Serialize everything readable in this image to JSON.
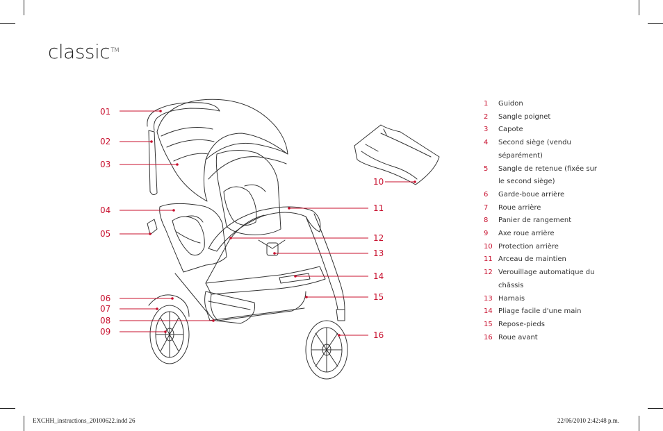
{
  "title": {
    "text": "classic",
    "mark": "TM"
  },
  "callouts_left": [
    "01",
    "02",
    "03",
    "04",
    "05",
    "06",
    "07",
    "08",
    "09"
  ],
  "callouts_right": [
    "10",
    "11",
    "12",
    "13",
    "14",
    "15",
    "16"
  ],
  "legend": [
    {
      "num": "1",
      "label": "Guidon"
    },
    {
      "num": "2",
      "label": "Sangle poignet"
    },
    {
      "num": "3",
      "label": "Capote"
    },
    {
      "num": "4",
      "label": "Second siège (vendu séparément)"
    },
    {
      "num": "5",
      "label": "Sangle de retenue (fixée sur le second siège)"
    },
    {
      "num": "6",
      "label": "Garde-boue arrière"
    },
    {
      "num": "7",
      "label": "Roue arrière"
    },
    {
      "num": "8",
      "label": "Panier de rangement"
    },
    {
      "num": "9",
      "label": "Axe roue arrière"
    },
    {
      "num": "10",
      "label": "Protection arrière"
    },
    {
      "num": "11",
      "label": "Arceau de maintien"
    },
    {
      "num": "12",
      "label": "Verouillage automatique du châssis"
    },
    {
      "num": "13",
      "label": "Harnais"
    },
    {
      "num": "14",
      "label": "Pliage facile d'une main"
    },
    {
      "num": "15",
      "label": "Repose-pieds"
    },
    {
      "num": "16",
      "label": "Roue avant"
    }
  ],
  "footer": {
    "file": "EXCHH_instructions_20100622.indd   26",
    "date": "22/06/2010   2:42:48 p.m."
  },
  "colors": {
    "accent": "#c8102e",
    "line": "#333333"
  }
}
